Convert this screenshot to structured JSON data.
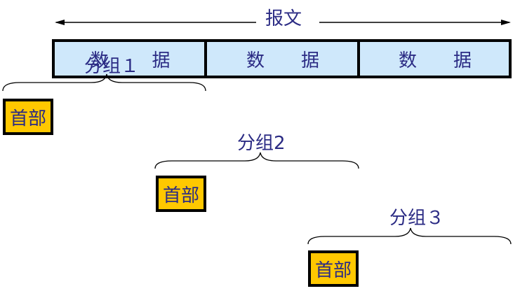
{
  "message": {
    "label": "报文"
  },
  "data_blocks": [
    {
      "left_char": "数",
      "right_char": "据"
    },
    {
      "left_char": "数",
      "right_char": "据"
    },
    {
      "left_char": "数",
      "right_char": "据"
    }
  ],
  "packets": [
    {
      "label": "分组１",
      "header_label": "首部"
    },
    {
      "label": "分组2",
      "header_label": "首部"
    },
    {
      "label": "分组３",
      "header_label": "首部"
    }
  ],
  "colors": {
    "data_fill": "#cfe8fb",
    "header_fill": "#ffc800",
    "text": "#2b2b84",
    "stroke": "#000000"
  }
}
